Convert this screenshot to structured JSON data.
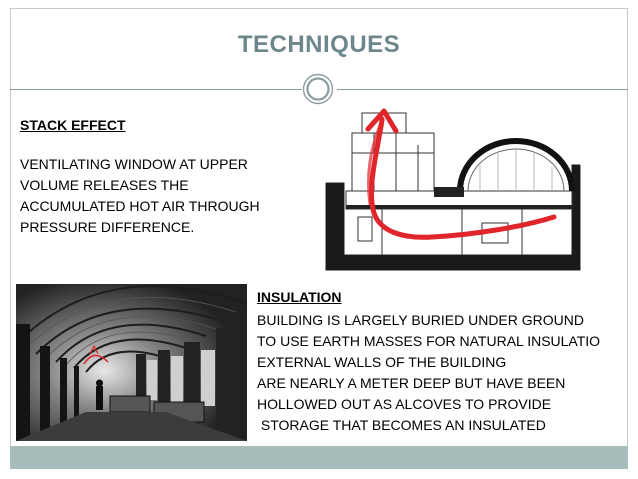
{
  "slide": {
    "title": "TECHNIQUES",
    "colors": {
      "title": "#6e878d",
      "band": "#a7bdbb",
      "arrow": "#e0262a",
      "rule": "#8a9ea2"
    }
  },
  "stack_effect": {
    "heading": "STACK EFFECT",
    "lines": [
      "VENTILATING WINDOW AT UPPER",
      "VOLUME RELEASES THE",
      "ACCUMULATED HOT AIR THROUGH",
      "PRESSURE DIFFERENCE."
    ]
  },
  "insulation": {
    "heading": "INSULATION",
    "lines": [
      "BUILDING IS LARGELY BURIED UNDER GROUND",
      "TO USE EARTH MASSES FOR NATURAL INSULATIO",
      "EXTERNAL WALLS OF THE BUILDING",
      "ARE NEARLY A METER DEEP BUT HAVE BEEN",
      "HOLLOWED OUT AS ALCOVES TO PROVIDE",
      " STORAGE THAT BECOMES AN INSULATED"
    ]
  },
  "images": {
    "section_drawing": "building-section-drawing-with-red-airflow-arrow",
    "vault_photo": "vaulted-corridor-black-and-white-photo"
  }
}
